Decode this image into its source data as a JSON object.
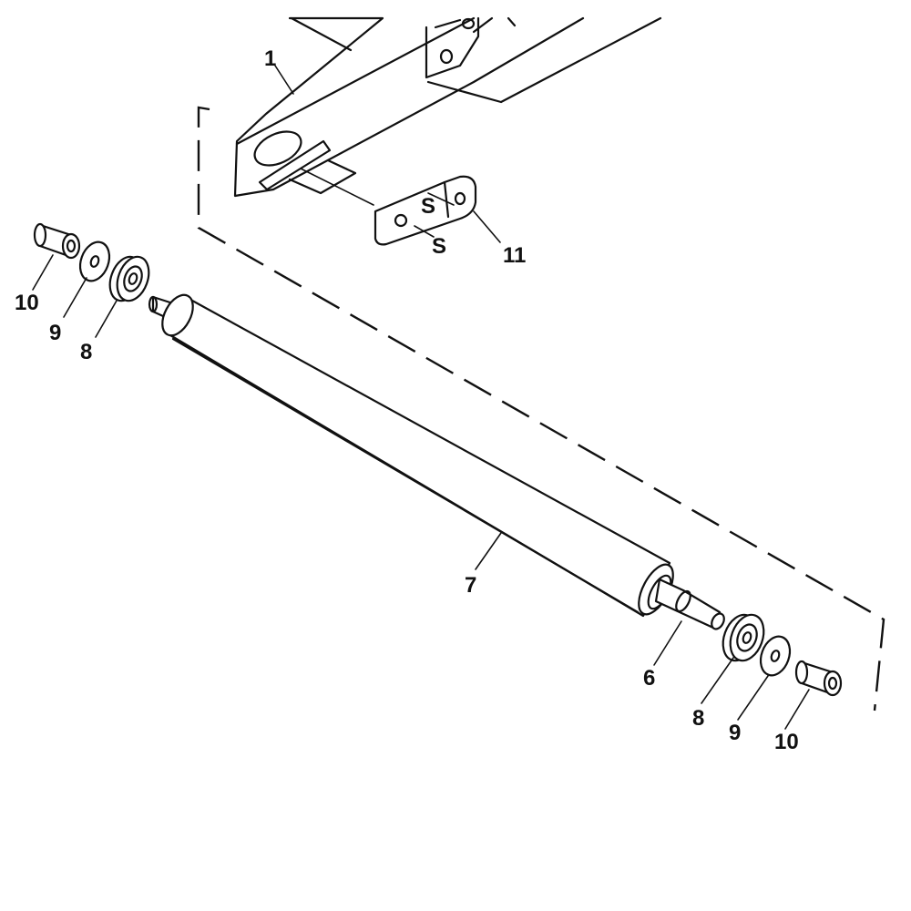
{
  "callouts": {
    "c1": "1",
    "c6": "6",
    "c7": "7",
    "c8_left": "8",
    "c8_right": "8",
    "c9_left": "9",
    "c9_right": "9",
    "c10_left": "10",
    "c10_right": "10",
    "c11": "11"
  },
  "marks": {
    "s_upper": "S",
    "s_lower": "S"
  }
}
